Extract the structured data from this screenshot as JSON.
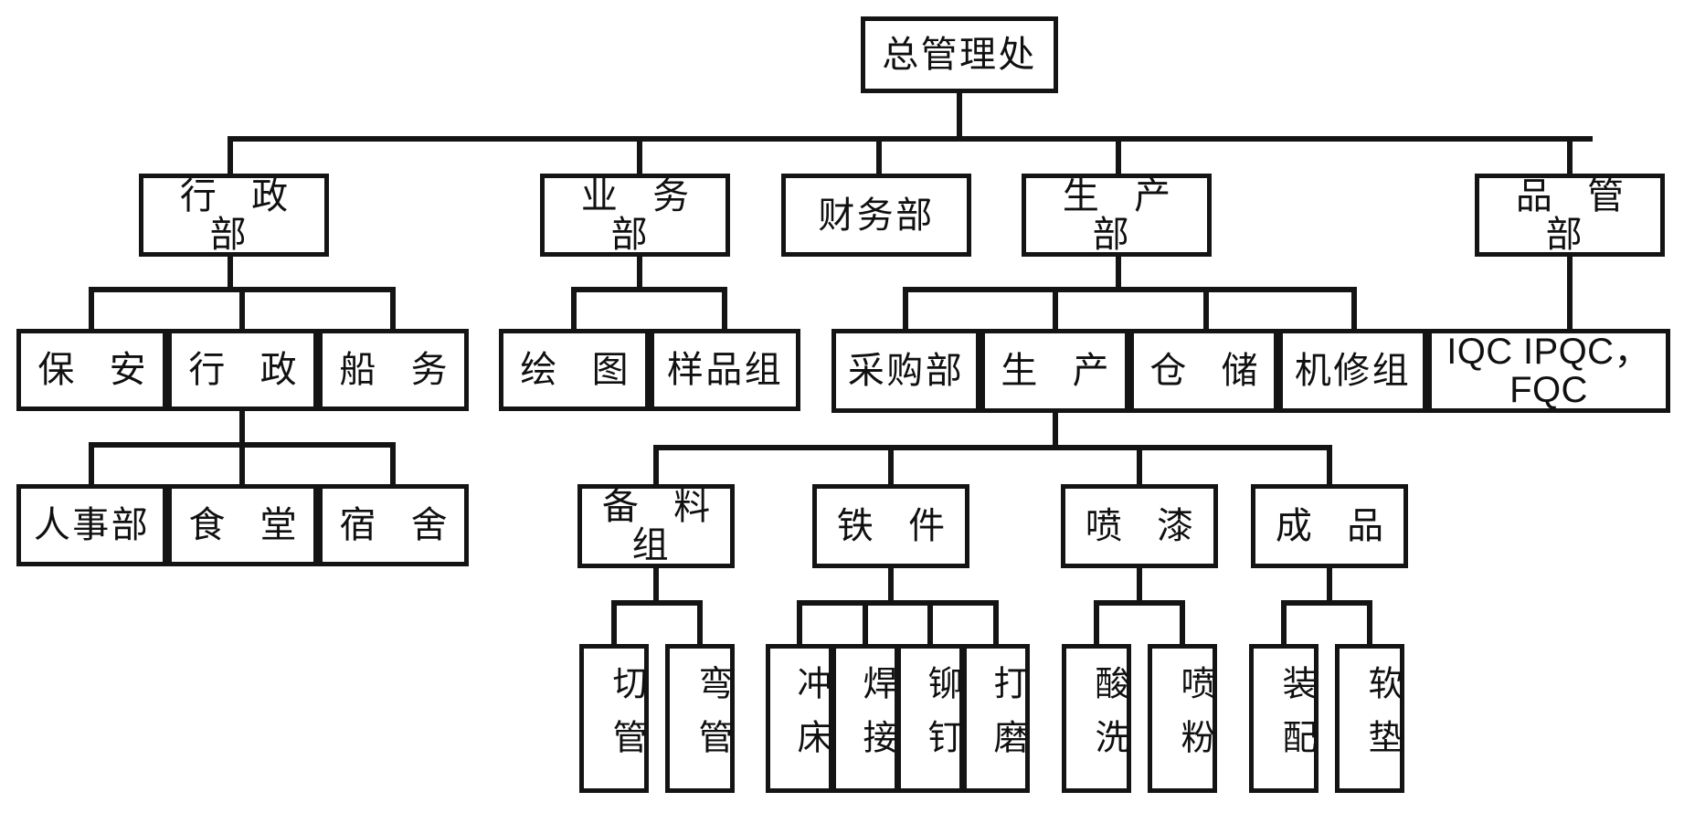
{
  "diagram": {
    "title": "组织架构图",
    "type": "organization-chart",
    "line_color": "#141414",
    "box_fill": "#ffffff",
    "text_color": "#101010"
  },
  "nodes": {
    "root": {
      "label": "总管理处",
      "level": 1
    },
    "admin_dept": {
      "label": "行 政 部",
      "level": 2
    },
    "business_dept": {
      "label": "业 务 部",
      "level": 2
    },
    "finance_dept": {
      "label": "财务部",
      "level": 2
    },
    "production_dept": {
      "label": "生 产 部",
      "level": 2
    },
    "quality_dept": {
      "label": "品 管 部",
      "level": 2
    },
    "security": {
      "label": "保 安",
      "level": 3
    },
    "admin": {
      "label": "行 政",
      "level": 3
    },
    "shipping": {
      "label": "船 务",
      "level": 3
    },
    "hr": {
      "label": "人事部",
      "level": 4
    },
    "canteen": {
      "label": "食 堂",
      "level": 4
    },
    "dorm": {
      "label": "宿 舍",
      "level": 4
    },
    "drawing": {
      "label": "绘 图",
      "level": 3
    },
    "sample": {
      "label": "样品组",
      "level": 3
    },
    "purchasing": {
      "label": "采购部",
      "level": 3
    },
    "production": {
      "label": "生 产",
      "level": 3
    },
    "warehouse": {
      "label": "仓 储",
      "level": 3
    },
    "machine_repair": {
      "label": "机修组",
      "level": 3
    },
    "qc_line": {
      "label": "IQC IPQC，FQC",
      "level": 3
    },
    "material_prep": {
      "label": "备 料 组",
      "level": 4
    },
    "metal_parts": {
      "label": "铁 件",
      "level": 4
    },
    "painting": {
      "label": "喷 漆",
      "level": 4
    },
    "finished": {
      "label": "成 品",
      "level": 4
    },
    "pipe_cut": {
      "label": "切管",
      "level": 5
    },
    "pipe_bend": {
      "label": "弯管",
      "level": 5
    },
    "punch": {
      "label": "冲床",
      "level": 5
    },
    "welding": {
      "label": "焊接",
      "level": 5
    },
    "rivet": {
      "label": "铆钉",
      "level": 5
    },
    "grinding": {
      "label": "打磨",
      "level": 5
    },
    "acid_wash": {
      "label": "酸洗",
      "level": 5
    },
    "powder": {
      "label": "喷粉",
      "level": 5
    },
    "assembly": {
      "label": "装配",
      "level": 5
    },
    "cushion": {
      "label": "软垫",
      "level": 5
    }
  }
}
